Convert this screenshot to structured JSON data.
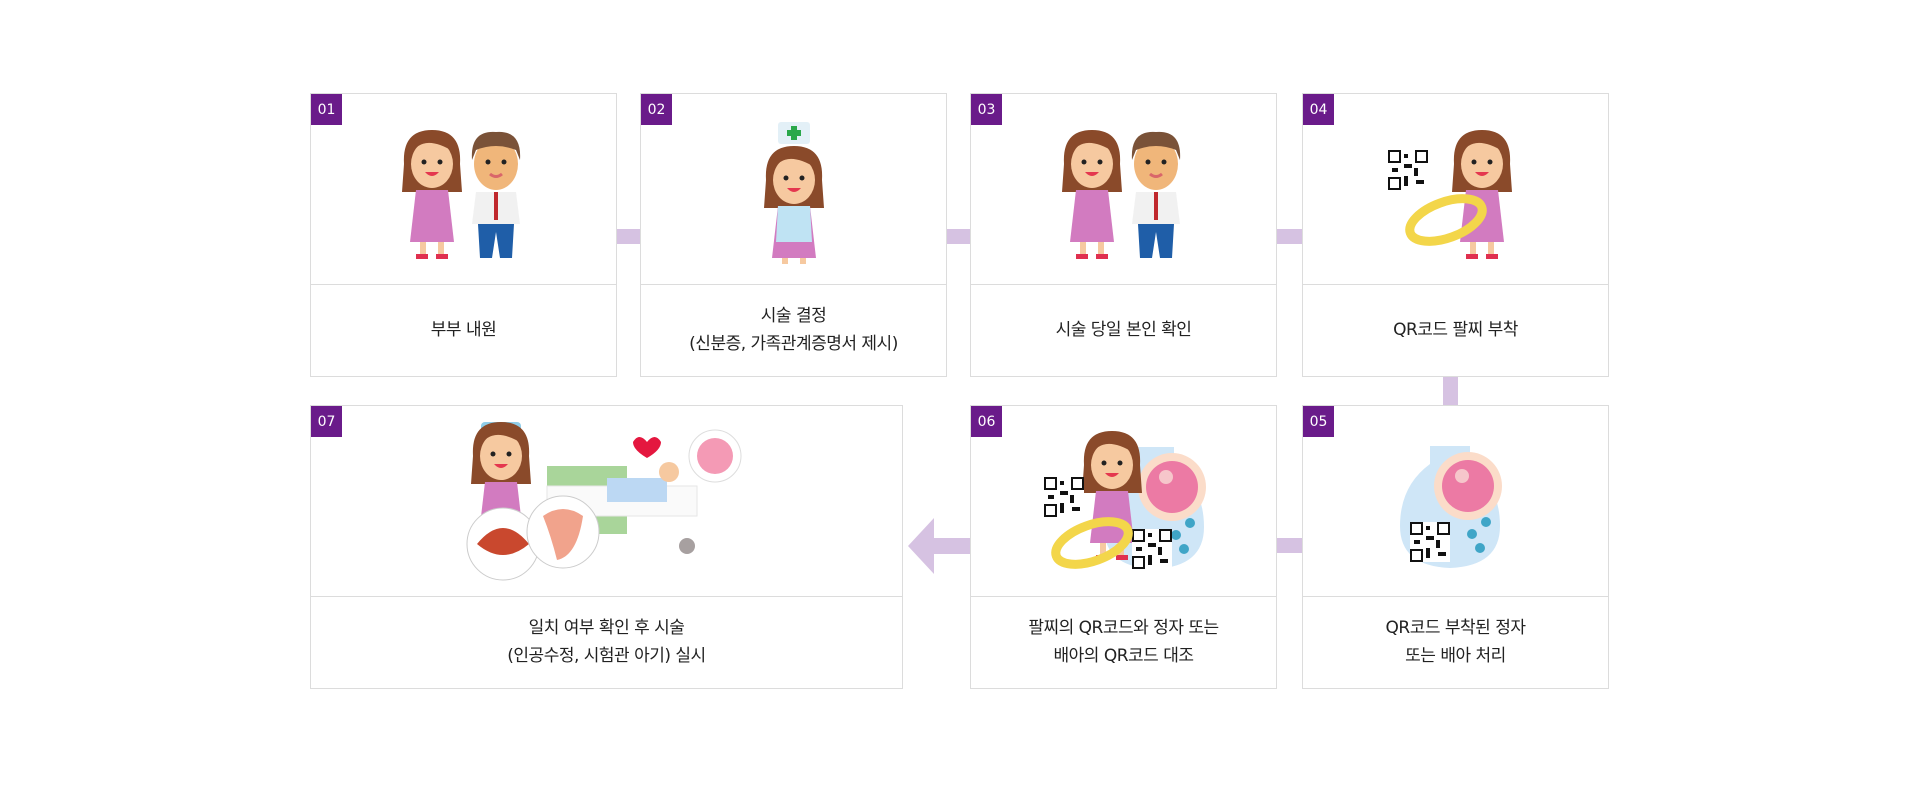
{
  "steps": [
    {
      "number": "01",
      "lines": [
        "부부 내원"
      ]
    },
    {
      "number": "02",
      "lines": [
        "시술 결정",
        "(신분증, 가족관계증명서 제시)"
      ]
    },
    {
      "number": "03",
      "lines": [
        "시술 당일 본인 확인"
      ]
    },
    {
      "number": "04",
      "lines": [
        "QR코드 팔찌 부착"
      ]
    },
    {
      "number": "05",
      "lines": [
        "QR코드 부착된 정자",
        "또는 배아 처리"
      ]
    },
    {
      "number": "06",
      "lines": [
        "팔찌의 QR코드와 정자 또는",
        "배아의 QR코드 대조"
      ]
    },
    {
      "number": "07",
      "lines": [
        "일치 여부 확인 후 시술",
        "(인공수정, 시험관 아기) 실시"
      ]
    }
  ],
  "colors": {
    "badge": "#6a1b8a",
    "connector": "#d6c2e2",
    "border": "#dcdcdc"
  }
}
